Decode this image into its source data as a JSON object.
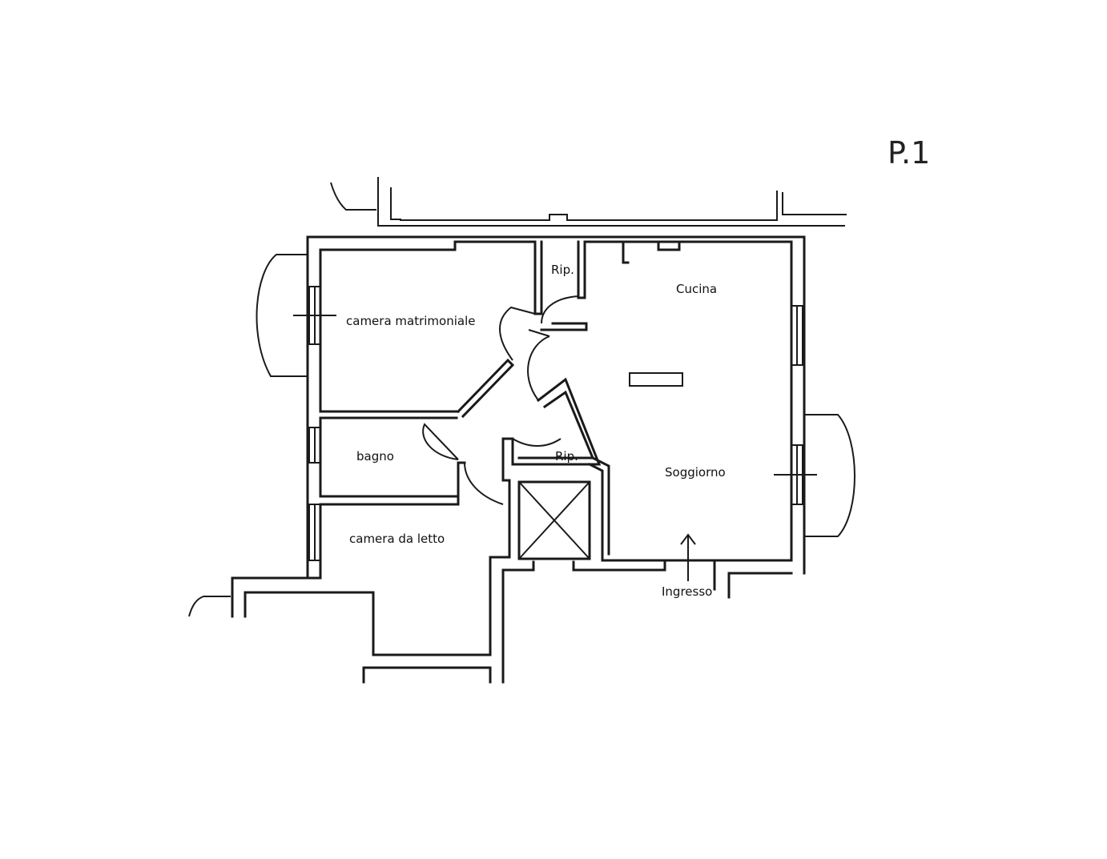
{
  "sheet_label": "P.1",
  "rooms": {
    "camera_matrimoniale": "camera matrimoniale",
    "rip_top": "Rip.",
    "cucina": "Cucina",
    "bagno": "bagno",
    "rip_center": "Rip.",
    "soggiorno": "Soggiorno",
    "camera_da_letto": "camera da letto",
    "ingresso": "Ingresso"
  },
  "colors": {
    "line": "#1a1a1a",
    "background": "#ffffff"
  }
}
